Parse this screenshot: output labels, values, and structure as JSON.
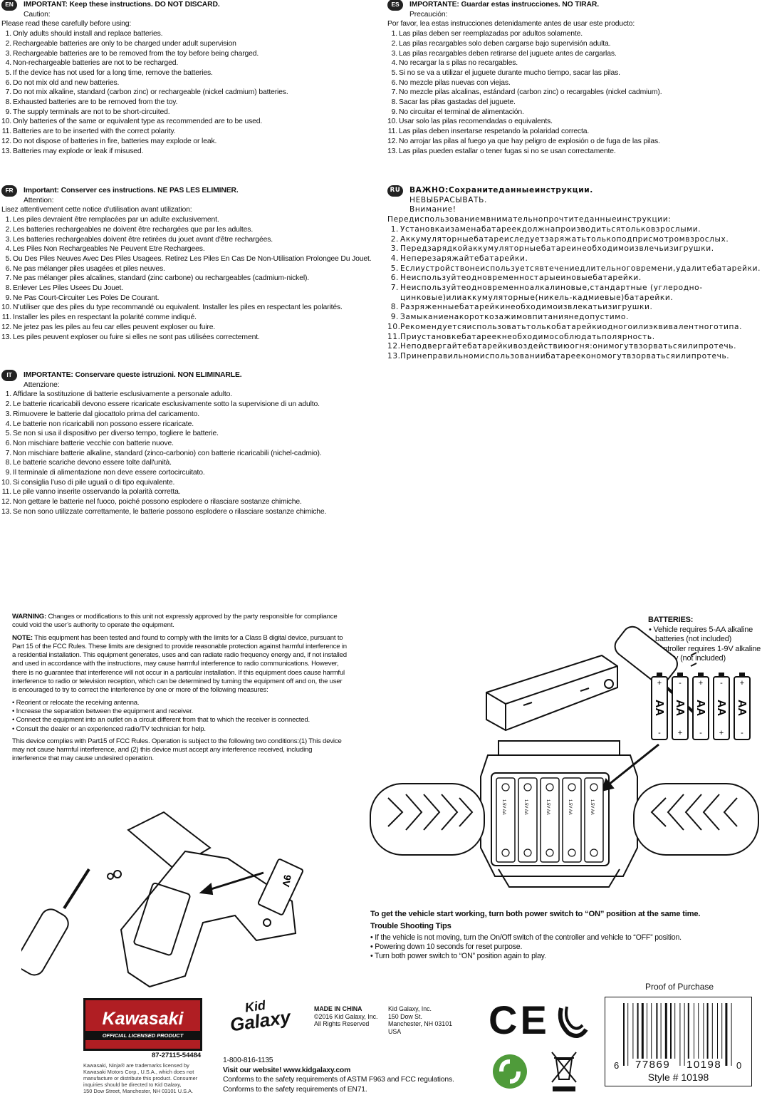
{
  "sections": {
    "en": {
      "badge": "EN",
      "title": "IMPORTANT: Keep these instructions. DO NOT DISCARD.",
      "caution": "Caution:",
      "intro": "Please read these carefully before using:",
      "items": [
        {
          "n": "1.",
          "t": "Only adults should install and replace batteries."
        },
        {
          "n": "2.",
          "t": "Rechargeable batteries are only to be charged under adult supervision"
        },
        {
          "n": "3.",
          "t": "Rechargeable batteries are to be removed from the toy before being charged."
        },
        {
          "n": "4.",
          "t": "Non-rechargeable batteries are not to be recharged."
        },
        {
          "n": "5.",
          "t": "If the device has not used for a long time, remove the batteries."
        },
        {
          "n": "6.",
          "t": "Do not mix old and new batteries."
        },
        {
          "n": "7.",
          "t": "Do not mix alkaline, standard (carbon zinc) or rechargeable (nickel cadmium) batteries."
        },
        {
          "n": "8.",
          "t": "Exhausted batteries are to be removed from the toy."
        },
        {
          "n": "9.",
          "t": "The supply terminals are not to be short-circuited."
        },
        {
          "n": "10.",
          "t": "Only batteries of the same or equivalent type as recommended are to be used."
        },
        {
          "n": "11.",
          "t": "Batteries are to be inserted with the correct polarity."
        },
        {
          "n": "12.",
          "t": "Do not dispose of batteries in fire, batteries may explode or leak."
        },
        {
          "n": "13.",
          "t": "Batteries may explode or leak if misused."
        }
      ]
    },
    "es": {
      "badge": "ES",
      "title": "IMPORTANTE: Guardar estas instrucciones. NO TIRAR.",
      "caution": "Precaución:",
      "intro": "Por favor, lea estas instrucciones detenidamente antes de usar este producto:",
      "items": [
        {
          "n": "1.",
          "t": "Las pilas deben ser reemplazadas por adultos solamente."
        },
        {
          "n": "2.",
          "t": "Las pilas recargables solo deben cargarse bajo supervisión adulta."
        },
        {
          "n": "3.",
          "t": "Las pilas recargables deben retirarse del juguete antes de cargarlas."
        },
        {
          "n": "4.",
          "t": "No recargar la s pilas no recargables."
        },
        {
          "n": "5.",
          "t": "Si no se va a utilizar el juguete durante mucho tiempo, sacar las pilas."
        },
        {
          "n": "6.",
          "t": "No mezcle pilas nuevas con viejas."
        },
        {
          "n": "7.",
          "t": "No mezcle pilas alcalinas, estándard (carbon zinc) o recargables (nickel cadmium)."
        },
        {
          "n": "8.",
          "t": "Sacar las pilas gastadas del juguete."
        },
        {
          "n": "9.",
          "t": "No circuitar el terminal de alimentación."
        },
        {
          "n": "10.",
          "t": "Usar solo las pilas recomendadas o equivalents."
        },
        {
          "n": "11.",
          "t": "Las pilas deben insertarse respetando la polaridad correcta."
        },
        {
          "n": "12.",
          "t": "No arrojar las pilas al fuego ya que hay peligro de explosión o de fuga de las pilas."
        },
        {
          "n": "13.",
          "t": "Las pilas pueden estallar o tener fugas si no se usan correctamente."
        }
      ]
    },
    "fr": {
      "badge": "FR",
      "title": "Important: Conserver ces instructions. NE PAS LES ELIMINER.",
      "caution": "Attention:",
      "intro": "Lisez attentivement cette notice d’utilisation avant utilization:",
      "items": [
        {
          "n": "1.",
          "t": "Les piles devraient être remplacées par un adulte exclusivement."
        },
        {
          "n": "2.",
          "t": "Les batteries rechargeables ne doivent être rechargées que par les adultes."
        },
        {
          "n": "3.",
          "t": "Les batteries rechargeables doivent être retirées du jouet avant d'être rechargées."
        },
        {
          "n": "4.",
          "t": "Les Piles Non Rechargeables Ne Peuvent Etre Rechargees."
        },
        {
          "n": "5.",
          "t": "Ou Des Piles Neuves Avec Des Piles Usagees. Retirez Les Piles En Cas De Non-Utilisation Prolongee Du Jouet."
        },
        {
          "n": "6.",
          "t": "Ne pas mélanger piles usagées et piles neuves."
        },
        {
          "n": "7.",
          "t": "Ne pas mélanger piles alcalines, standard (zinc carbone) ou rechargeables (cadmium-nickel)."
        },
        {
          "n": "8.",
          "t": "Enlever Les Piles Usees Du Jouet."
        },
        {
          "n": "9.",
          "t": "Ne Pas Court-Circuiter Les Poles De Courant."
        },
        {
          "n": "10.",
          "t": "N’utiliser que des piles du type recommandé ou equivalent. Installer les piles en respectant les polarités."
        },
        {
          "n": "11.",
          "t": "Installer les piles en respectant la polarité comme indiqué."
        },
        {
          "n": "12.",
          "t": "Ne jetez pas les piles au feu car elles peuvent exploser ou fuire."
        },
        {
          "n": "13.",
          "t": "Les piles peuvent exploser ou fuire si elles ne sont pas utilisées correctement."
        }
      ]
    },
    "ru": {
      "badge": "RU",
      "title1": "ВАЖНО:Сохранитеданныеинструкции.",
      "title2": "НЕВЫБРАСЫВАТЬ.",
      "caution": "Внимание!",
      "intro": "Передиспользованиемвнимательнопрочтитеданныеинструкции:",
      "items": [
        {
          "n": "1.",
          "t": "Установкаизаменабатареекдолжнапроизводитьсятольковзрослыми."
        },
        {
          "n": "2.",
          "t": "Аккумуляторныебатареиследуетзаряжатьтолькоподприсмотромвзрослых."
        },
        {
          "n": "3.",
          "t": "Передзарядкойаккумуляторныебатареинеобходимоизвлечьизигрушки."
        },
        {
          "n": "4.",
          "t": "Неперезаряжайтебатарейки."
        },
        {
          "n": "5.",
          "t": "Еслиустройствонеиспользуетсявтечениедлительноговремени,удалитебатарейки."
        },
        {
          "n": "6.",
          "t": "Неиспользуйтеодновременностарыеиновыебатарейки."
        },
        {
          "n": "7.",
          "t": "Неиспользуйтеодновременноалкалиновые,стандартные (углеродно-цинковые)илиаккумуляторные(никель-кадмиевые)батарейки."
        },
        {
          "n": "8.",
          "t": "Разряженныебатарейкинеобходимоизвлекатьизигрушки."
        },
        {
          "n": "9.",
          "t": "Замыканиенакороткозажимовпитаниянедопустимо."
        },
        {
          "n": "10.",
          "t": "Рекомендуетсяиспользоватьтолькобатарейкиодногоилиэквивалентноготипа."
        },
        {
          "n": "11.",
          "t": "Приустановкебатареекнеобходимособлюдатьполярность."
        },
        {
          "n": "12.",
          "t": "Неподвергайтебатарейкивоздействиюогня:онимогутвзорватьсяилипротечь."
        },
        {
          "n": "13.",
          "t": "Принеправильномиспользованиибатареекономогутвзорватьсяилипротечь."
        }
      ]
    },
    "it": {
      "badge": "IT",
      "title": "IMPORTANTE: Conservare queste istruzioni. NON ELIMINARLE.",
      "caution": "Attenzione:",
      "items": [
        {
          "n": "1.",
          "t": "Affidare la sostituzione di batterie esclusivamente a personale adulto."
        },
        {
          "n": "2.",
          "t": "Le batterie ricaricabili devono essere ricaricate esclusivamente sotto la supervisione di un adulto."
        },
        {
          "n": "3.",
          "t": "Rimuovere le batterie dal giocattolo prima del caricamento."
        },
        {
          "n": "4.",
          "t": "Le batterie non ricaricabili non possono essere ricaricate."
        },
        {
          "n": "5.",
          "t": "Se non si usa il dispositivo per diverso tempo, togliere le batterie."
        },
        {
          "n": "6.",
          "t": "Non mischiare batterie vecchie con batterie nuove."
        },
        {
          "n": "7.",
          "t": "Non mischiare batterie alkaline, standard (zinco-carbonio) con batterie ricaricabili (nichel-cadmio)."
        },
        {
          "n": "8.",
          "t": "Le batterie scariche devono essere tolte dall'unità."
        },
        {
          "n": "9.",
          "t": "Il terminale di alimentazione non deve essere cortocircuitato."
        },
        {
          "n": "10.",
          "t": "Si consiglia l’uso di pile uguali o di tipo equivalente."
        },
        {
          "n": "11.",
          "t": "Le pile vanno inserite osservando la polarità corretta."
        },
        {
          "n": "12.",
          "t": "Non gettare le batterie nel fuoco, poiché possono esplodere o rilasciare sostanze chimiche."
        },
        {
          "n": "13.",
          "t": "Se non sono utilizzate correttamente, le batterie possono esplodere o rilasciare sostanze chimiche."
        }
      ]
    }
  },
  "fcc": {
    "warning_label": "WARNING:",
    "warning_text": "Changes or modifications to this unit not expressly approved by the party responsible for compliance could void the user’s authority to operate the equipment.",
    "note_label": "NOTE:",
    "note_text": "This equipment has been tested and found to comply with the limits for a Class B digital device, pursuant to Part 15 of the FCC Rules. These limits are designed to provide reasonable protection against harmful interference in a residential installation. This equipment generates, uses and can radiate radio frequency energy and, if not installed and used in accordance with the instructions, may cause harmful interference to radio communications. However, there is no guarantee that interference will not occur in a particular installation. If this equipment does cause harmful interference to radio or television reception, which can be determined by turning the equipment off and on, the user is encouraged to try to correct the interference by one or more of the following measures:",
    "measures": [
      "• Reorient or relocate the receiving antenna.",
      "• Increase the separation between the equipment and receiver.",
      "• Connect the equipment into an outlet on a circuit different from that to which the receiver is connected.",
      "• Consult the dealer or an experienced radio/TV technician for help."
    ],
    "compliance": "This device complies with Part15 of FCC Rules. Operation is subject to the following two conditions:(1) This device may not cause harmful interference, and (2) this device must accept any interference received, including interference that may cause undesired operation."
  },
  "batteries": {
    "title": "BATTERIES:",
    "items": [
      "• Vehicle requires 5-AA alkaline batteries (not included)",
      "• Controller requires 1-9V alkaline battery (not included)"
    ],
    "aa_label": "AA",
    "plus": "+",
    "minus": "-",
    "compartment_label": "1.5V AA"
  },
  "controller_battery_label": "9V",
  "instructions": {
    "start": "To get the vehicle start working, turn both power switch to “ON” position at the same time.",
    "trouble_title": "Trouble Shooting Tips",
    "tips": [
      "• If the vehicle is not moving, turn the On/Off switch of the controller and vehicle to “OFF” position.",
      "• Powering down 10 seconds for reset purpose.",
      "• Turn both power switch to “ON” position again to play."
    ]
  },
  "footer": {
    "kawasaki_logo": "Kawasaki",
    "kawasaki_strip": "OFFICIAL LICENSED PRODUCT",
    "part_number": "87-27115-54484",
    "trademark": [
      "Kawasaki, Ninja® are trademarks licensed by",
      "Kawasaki Motors Corp., U.S.A., which does not",
      "manufacture or distribute this product. Consumer",
      "inquiries should be directed to Kid Galaxy,",
      "150 Dow Street, Manchester, NH 03101 U.S.A."
    ],
    "kidgalaxy_logo_1": "Kid",
    "kidgalaxy_logo_2": "Galaxy",
    "made_in": "MADE IN CHINA",
    "copyright": "©2016 Kid Galaxy, Inc.",
    "rights": "All Rights Reserved",
    "address": [
      "Kid Galaxy, Inc.",
      "150 Dow St.",
      "Manchester, NH 03101",
      "USA"
    ],
    "phone": "1-800-816-1135",
    "website": "Visit our website! www.kidgalaxy.com",
    "astm": "Conforms to the safety requirements of ASTM F963 and FCC regulations.",
    "en71": "Conforms to the safety requirements of EN71.",
    "proof": "Proof of Purchase",
    "barcode_lead": "6",
    "barcode_left": "77869",
    "barcode_right": "10198",
    "barcode_tail": "0",
    "style": "Style # 10198",
    "ce_mark": "CE"
  }
}
